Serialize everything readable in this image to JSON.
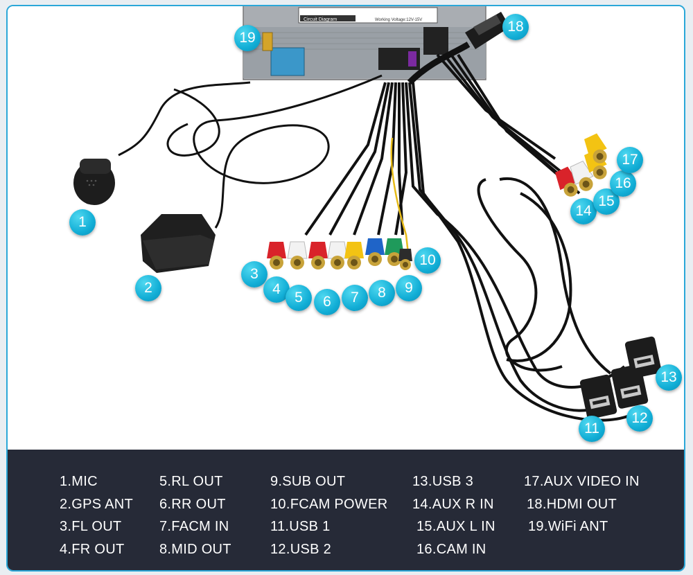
{
  "labels": {
    "1": "MIC",
    "2": "GPS ANT",
    "3": "FL OUT",
    "4": "FR OUT",
    "5": "RL OUT",
    "6": "RR OUT",
    "7": "FACM IN",
    "8": "MID OUT",
    "9": "SUB OUT",
    "10": "FCAM POWER",
    "11": "USB 1",
    "12": "USB 2",
    "13": "USB 3",
    "14": "AUX R IN",
    "15": "AUX L IN",
    "16": "CAM IN",
    "17": "AUX VIDEO IN",
    "18": "HDMI OUT",
    "19": "WiFi ANT"
  },
  "badges": [
    "1",
    "2",
    "3",
    "4",
    "5",
    "6",
    "7",
    "8",
    "9",
    "10",
    "11",
    "12",
    "13",
    "14",
    "15",
    "16",
    "17",
    "18",
    "19"
  ],
  "legend": [
    [
      "1.MIC",
      "2.GPS ANT",
      "3.FL OUT",
      "4.FR OUT"
    ],
    [
      "5.RL OUT",
      "6.RR OUT",
      "7.FACM IN",
      "8.MID OUT"
    ],
    [
      "9.SUB OUT",
      "10.FCAM POWER",
      "11.USB 1",
      "12.USB 2"
    ],
    [
      "13.USB 3",
      "14.AUX R IN",
      "15.AUX L IN",
      "16.CAM IN"
    ],
    [
      "17.AUX VIDEO IN",
      "18.HDMI OUT",
      "19.WiFi ANT"
    ]
  ],
  "unit_label": {
    "circuit_diagram": "Circuit Diagram",
    "working_voltage": "Working Voltage:12V-15V"
  },
  "colors": {
    "badge": "#12aed6",
    "legend_bg": "#262a37",
    "frame_border": "#2aa7d8",
    "rca_red": "#d9232a",
    "rca_white": "#f2f2f2",
    "rca_yellow": "#f3c313",
    "rca_blue": "#1f64c8",
    "rca_green": "#1f9a5b",
    "rca_grey": "#2c2c2c"
  }
}
